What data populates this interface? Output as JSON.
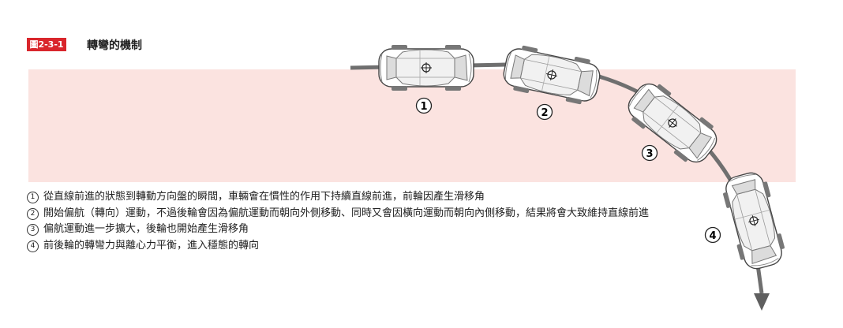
{
  "figure": {
    "label": "圖2-3-1",
    "title": "轉彎的機制"
  },
  "steps": [
    {
      "number": "1",
      "text": "從直線前進的狀態到轉動方向盤的瞬間，車輛會在慣性的作用下持續直線前進，前輪因產生滑移角"
    },
    {
      "number": "2",
      "text": "開始偏航（轉向）運動，不過後輪會因為偏航運動而朝向外側移動、同時又會因橫向運動而朝向內側移動，結果將會大致維持直線前進"
    },
    {
      "number": "3",
      "text": "偏航運動進一步擴大，後輪也開始產生滑移角"
    },
    {
      "number": "4",
      "text": "前後輪的轉彎力與離心力平衡，進入穩態的轉向"
    }
  ],
  "colors": {
    "label_bg": "#d9262c",
    "band": "#fbe3e0",
    "path": "#6f6f6f",
    "arrow": "#5f5f5f"
  }
}
